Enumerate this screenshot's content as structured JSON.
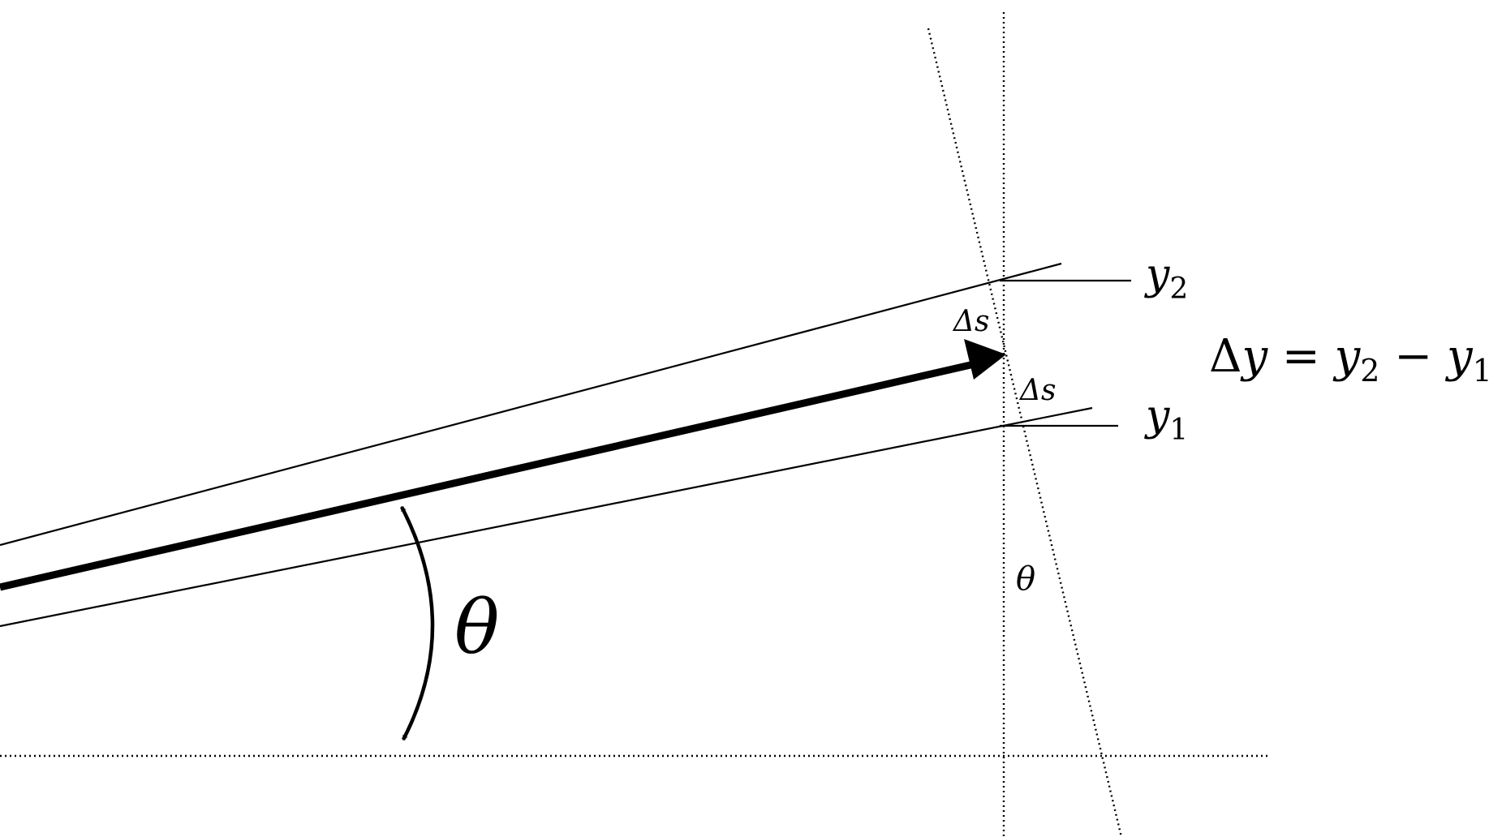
{
  "labels": {
    "theta_large": "θ",
    "theta_small": "θ",
    "delta_s_upper": "Δs",
    "delta_s_lower": "Δs",
    "y2": {
      "base": "y",
      "sub": "2"
    },
    "y1": {
      "base": "y",
      "sub": "1"
    },
    "equation": {
      "delta": "Δ",
      "lhs": "y",
      "equals": " = ",
      "term1_base": "y",
      "term1_sub": "2",
      "minus": " − ",
      "term2_base": "y",
      "term2_sub": "1"
    }
  },
  "colors": {
    "ink": "#000000",
    "background": "#ffffff"
  }
}
